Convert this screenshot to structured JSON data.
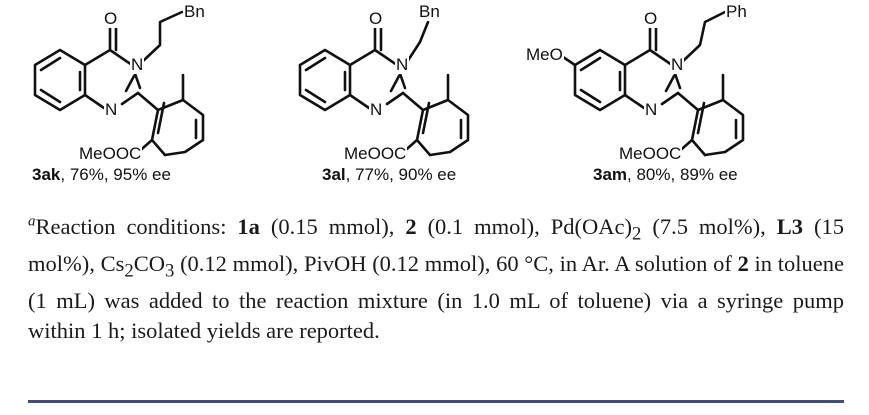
{
  "compounds": [
    {
      "id": "3ak",
      "yield_text": ", 76%, 95% ee",
      "substituent": "Bn",
      "ester": "MeOOC",
      "oxygen": "O",
      "n1": "N",
      "n2": "N"
    },
    {
      "id": "3al",
      "yield_text": ", 77%, 90% ee",
      "substituent": "Bn",
      "ester": "MeOOC",
      "oxygen": "O",
      "n1": "N",
      "n2": "N"
    },
    {
      "id": "3am",
      "yield_text": ", 80%, 89% ee",
      "substituent": "Ph",
      "ester": "MeOOC",
      "oxygen": "O",
      "n1": "N",
      "n2": "N",
      "ring_substituent": "MeO"
    }
  ],
  "footnote": {
    "marker": "a",
    "parts": [
      "Reaction conditions: ",
      "1a",
      " (0.15 mmol), ",
      "2",
      " (0.1 mmol), Pd(OAc)",
      "2",
      " (7.5 mol%), ",
      "L3",
      " (15 mol%), Cs",
      "2",
      "CO",
      "3",
      " (0.12 mmol), PivOH (0.12 mmol), 60 °C, in Ar. A solution of ",
      "2",
      " in toluene (1 mL) was added to the reaction mixture (in 1.0 mL of toluene) via a syringe pump within 1 h; isolated yields are reported."
    ]
  }
}
